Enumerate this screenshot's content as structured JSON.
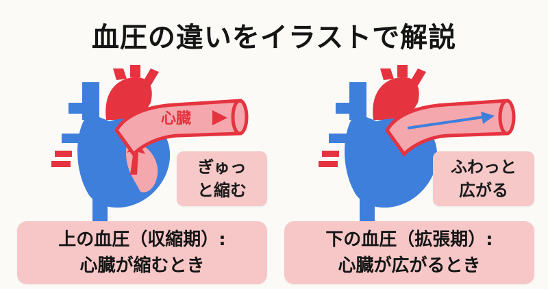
{
  "title": "血圧の違いをイラストで解説",
  "left_panel": {
    "vessel_label": "心臓",
    "bubble_line1": "ぎゅっ",
    "bubble_line2": "と縮む",
    "caption_line1": "上の血圧（収縮期）:",
    "caption_line2": "心臓が縮むとき"
  },
  "right_panel": {
    "bubble_line1": "ふわっと",
    "bubble_line2": "広がる",
    "caption_line1": "下の血圧（拡張期）:",
    "caption_line2": "心臓が広がるとき"
  },
  "colors": {
    "heart_blue": "#3f7fdc",
    "vessel_red": "#e5333f",
    "vessel_pink": "#f4a8ad",
    "bubble_pink": "#f6c8c8"
  },
  "icons": [
    "heart-illustration",
    "artery-tube",
    "flow-arrow"
  ]
}
